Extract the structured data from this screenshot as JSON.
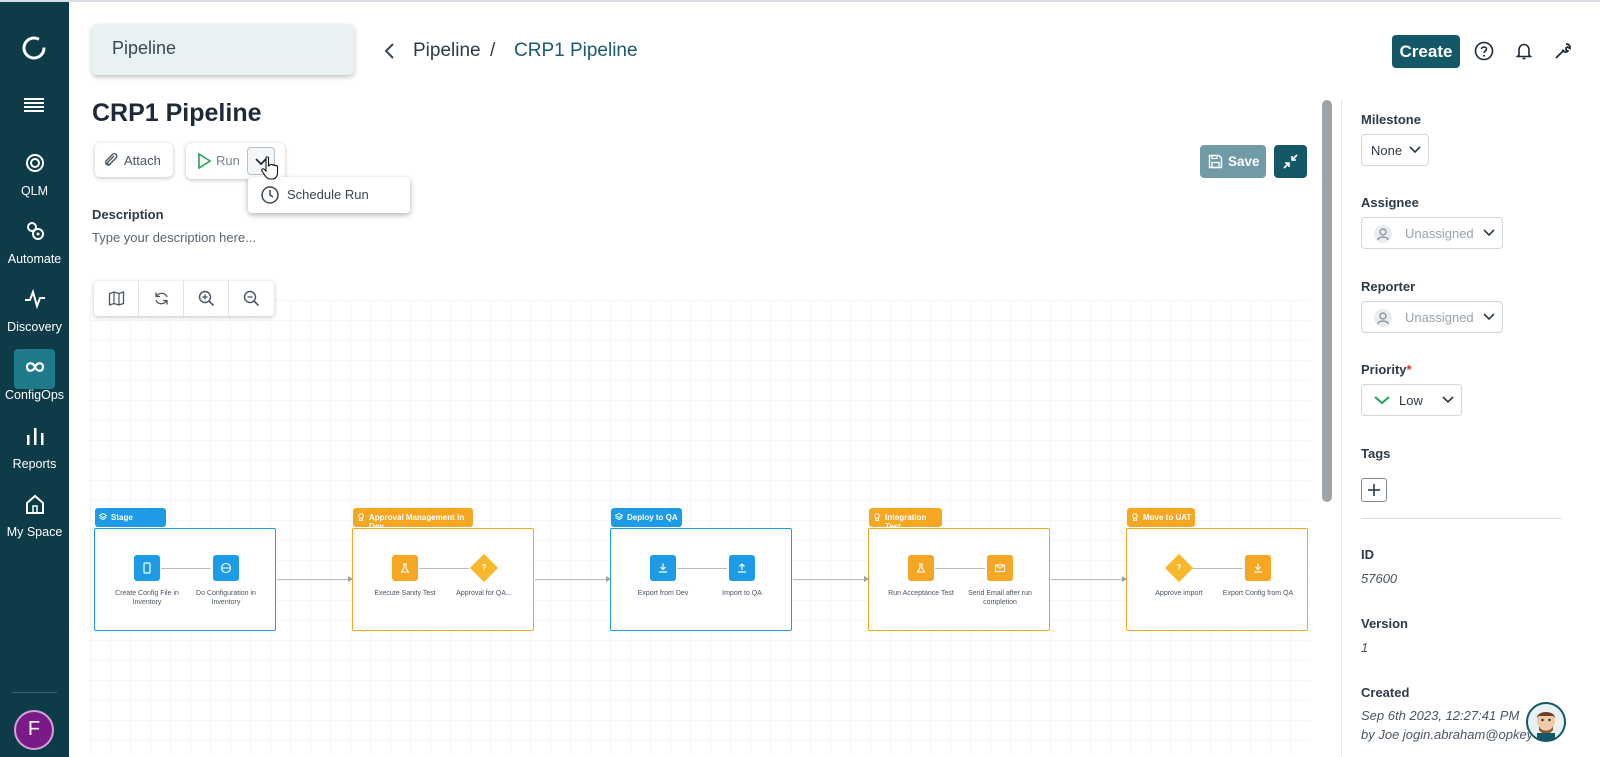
{
  "sidebar": {
    "items": [
      {
        "label": "QLM",
        "icon": "target-icon"
      },
      {
        "label": "Automate",
        "icon": "gears-icon"
      },
      {
        "label": "Discovery",
        "icon": "pulse-icon"
      },
      {
        "label": "ConfigOps",
        "icon": "infinity-icon",
        "active": true
      },
      {
        "label": "Reports",
        "icon": "bar-chart-icon"
      },
      {
        "label": "My Space",
        "icon": "home-icon"
      }
    ],
    "avatar_initial": "F"
  },
  "header": {
    "search_value": "Pipeline",
    "breadcrumb": [
      "Pipeline",
      "CRP1 Pipeline"
    ],
    "breadcrumb_sep": "/",
    "create_label": "Create"
  },
  "page": {
    "title": "CRP1 Pipeline",
    "attach_label": "Attach",
    "run_label": "Run",
    "dropdown_item": "Schedule Run",
    "save_label": "Save",
    "description_label": "Description",
    "description_placeholder": "Type your description here..."
  },
  "stages": [
    {
      "name": "Stage",
      "color": "#1e9be6",
      "nodes": [
        {
          "label": "Create Config File in Inventory",
          "kind": "box"
        },
        {
          "label": "Do Configuration in Inventory",
          "kind": "box"
        }
      ]
    },
    {
      "name": "Approval Management in Dev",
      "color": "#f5a623",
      "nodes": [
        {
          "label": "Execute Sanity Test",
          "kind": "box"
        },
        {
          "label": "Approval for QA...",
          "kind": "diamond"
        }
      ]
    },
    {
      "name": "Deploy to QA",
      "color": "#1e9be6",
      "nodes": [
        {
          "label": "Export from Dev",
          "kind": "box"
        },
        {
          "label": "Import to QA",
          "kind": "box"
        }
      ]
    },
    {
      "name": "Integration Test",
      "color": "#f5a623",
      "nodes": [
        {
          "label": "Run Acceptance Test",
          "kind": "box"
        },
        {
          "label": "Send Email after run completion",
          "kind": "box"
        }
      ]
    },
    {
      "name": "Move to UAT",
      "color": "#f5a623",
      "nodes": [
        {
          "label": "Approve import",
          "kind": "diamond"
        },
        {
          "label": "Export Config from QA",
          "kind": "box"
        }
      ]
    }
  ],
  "right_panel": {
    "milestone_label": "Milestone",
    "milestone_value": "None",
    "assignee_label": "Assignee",
    "assignee_value": "Unassigned",
    "reporter_label": "Reporter",
    "reporter_value": "Unassigned",
    "priority_label": "Priority",
    "priority_required": "*",
    "priority_value": "Low",
    "tags_label": "Tags",
    "id_label": "ID",
    "id_value": "57600",
    "version_label": "Version",
    "version_value": "1",
    "created_label": "Created",
    "created_date": "Sep 6th 2023, 12:27:41 PM",
    "created_by": "by Joe jogin.abraham@opkey"
  },
  "colors": {
    "sidebar": "#0d3b48",
    "accent": "#145868",
    "blue_stage": "#1e9be6",
    "orange_stage": "#f5a623"
  }
}
